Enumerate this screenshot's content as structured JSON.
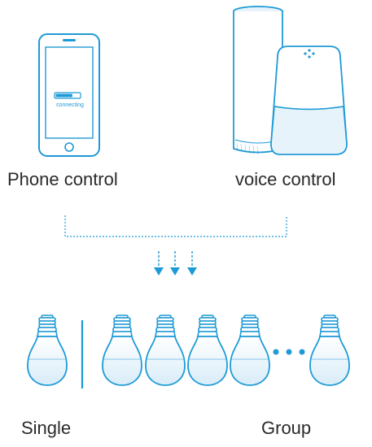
{
  "colors": {
    "line": "#1e9ad6",
    "fill_light": "#e6f3fb",
    "text": "#2a2a2a"
  },
  "phone": {
    "status": "connecting",
    "progress": 0.7
  },
  "labels": {
    "phone_control": "Phone control",
    "voice_control": "voice control",
    "single": "Single",
    "group": "Group"
  },
  "icons": [
    "smartphone-icon",
    "smart-speaker-tall-icon",
    "smart-speaker-round-icon",
    "down-arrow-icon",
    "light-bulb-icon",
    "ellipsis-icon"
  ],
  "bulbs": {
    "single_count": 1,
    "group_count": 5
  }
}
